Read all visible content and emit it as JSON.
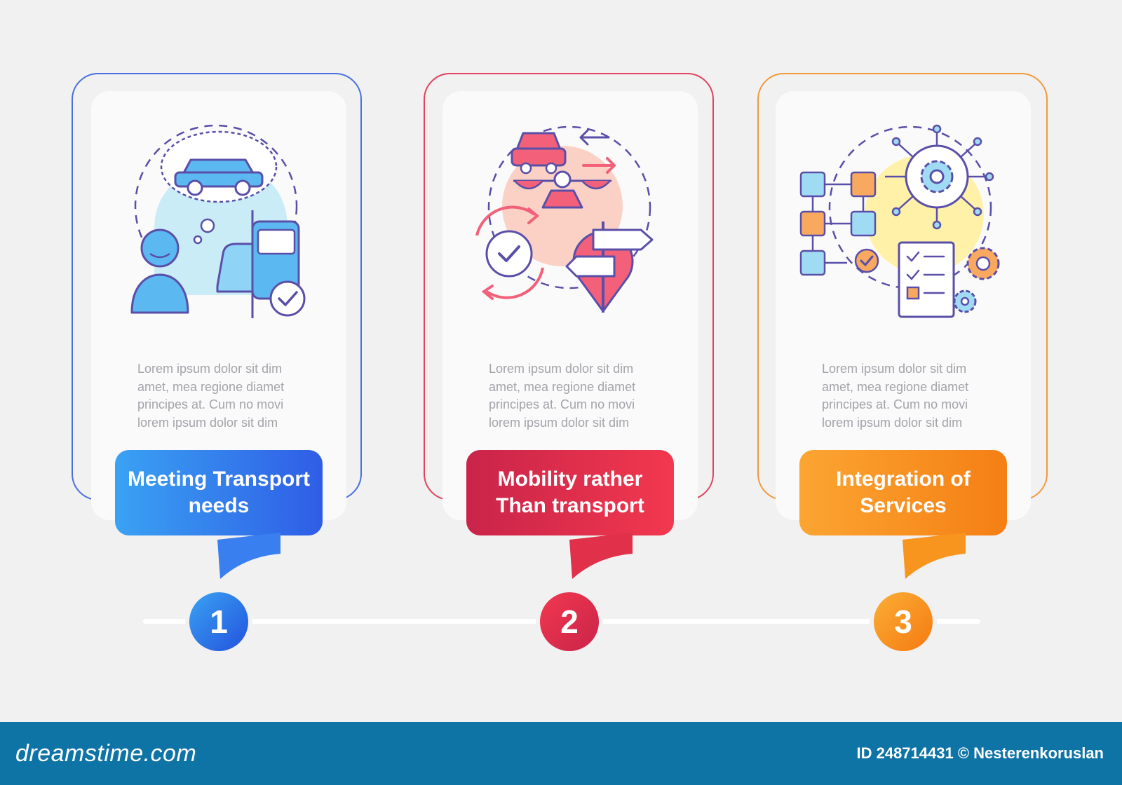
{
  "steps": [
    {
      "number": "1",
      "title": "Meeting Transport needs",
      "text": "Lorem ipsum dolor sit dim amet, mea regione diamet principes at. Cum no movi lorem ipsum dolor sit dim",
      "color": "#2f5de6",
      "icon": "car-dream-icon"
    },
    {
      "number": "2",
      "title": "Mobility rather Than transport",
      "text": "Lorem ipsum dolor sit dim amet, mea regione diamet principes at. Cum no movi lorem ipsum dolor sit dim",
      "color": "#e02a4a",
      "icon": "mobility-balance-icon"
    },
    {
      "number": "3",
      "title": "Integration of Services",
      "text": "Lorem ipsum dolor sit dim amet, mea regione diamet principes at. Cum no movi lorem ipsum dolor sit dim",
      "color": "#f5871c",
      "icon": "services-integration-icon"
    }
  ],
  "footer": {
    "logo": "dreamstime.com",
    "credit": "ID 248714431 © Nesterenkoruslan"
  }
}
